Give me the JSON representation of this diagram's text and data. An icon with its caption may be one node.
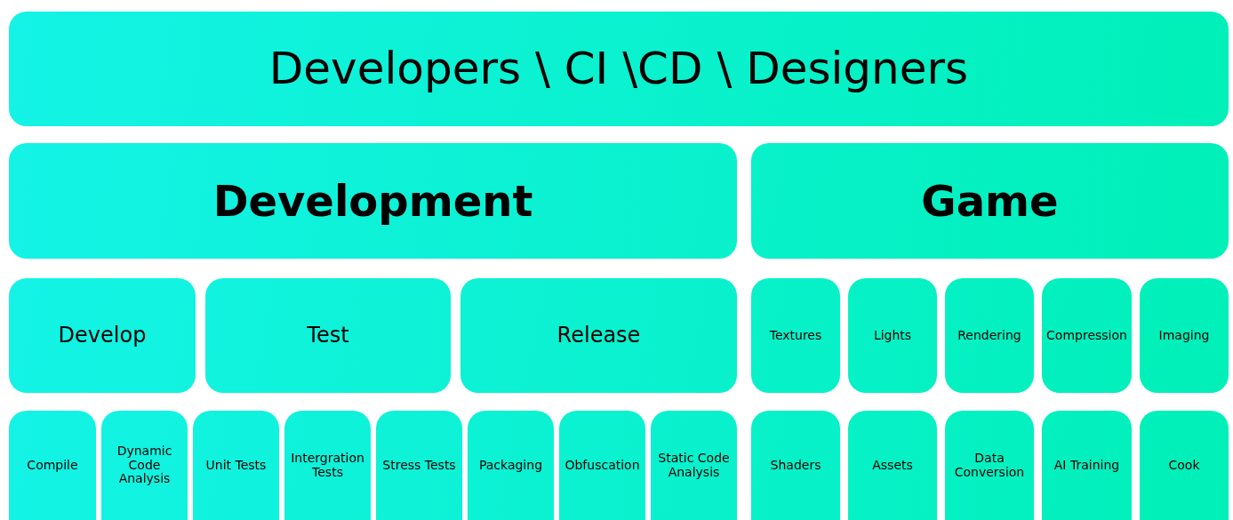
{
  "diagram": {
    "nodes": [
      {
        "text": [
          "Developers \\ CI \\CD \\ Designers"
        ]
      },
      {
        "text": [
          "Development"
        ]
      },
      {
        "text": [
          "Game"
        ]
      },
      {
        "text": [
          "Develop"
        ]
      },
      {
        "text": [
          "Test"
        ]
      },
      {
        "text": [
          "Release"
        ]
      },
      {
        "text": [
          "Textures"
        ]
      },
      {
        "text": [
          "Lights"
        ]
      },
      {
        "text": [
          "Rendering"
        ]
      },
      {
        "text": [
          "Compression"
        ]
      },
      {
        "text": [
          "Imaging"
        ]
      },
      {
        "text": [
          "Compile"
        ]
      },
      {
        "text": [
          "Dynamic Code Analysis"
        ]
      },
      {
        "text": [
          "Unit Tests"
        ]
      },
      {
        "text": [
          "Intergration Tests"
        ]
      },
      {
        "text": [
          "Stress Tests"
        ]
      },
      {
        "text": [
          "Packaging"
        ]
      },
      {
        "text": [
          "Obfuscation"
        ]
      },
      {
        "text": [
          "Static Code Analysis"
        ]
      },
      {
        "text": [
          "Shaders"
        ]
      },
      {
        "text": [
          "Assets"
        ]
      },
      {
        "text": [
          "Data Conversion"
        ]
      },
      {
        "text": [
          "AI Training"
        ]
      },
      {
        "text": [
          "Cook"
        ]
      }
    ]
  }
}
